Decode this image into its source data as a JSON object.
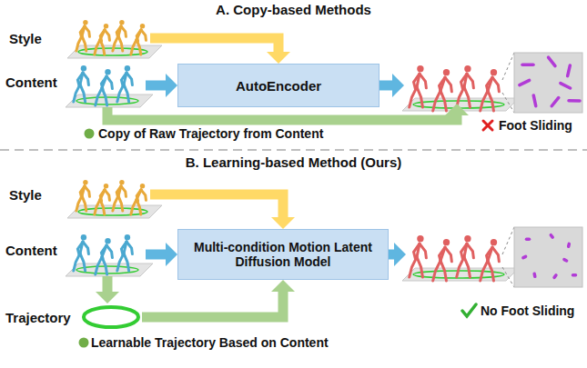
{
  "diagram": {
    "nodes": [
      {
        "text": [
          "Style"
        ]
      },
      {
        "text": [
          "Content"
        ]
      },
      {
        "text": [
          "AutoEncoder"
        ]
      },
      {
        "text": [
          "Style"
        ]
      },
      {
        "text": [
          "Content"
        ]
      },
      {
        "text": [
          "Trajectory"
        ]
      },
      {
        "text": [
          "Multi-condition Motion Latent Diffusion Model"
        ]
      }
    ],
    "edges": [
      {
        "from": 0,
        "to": 2,
        "arrow": "to"
      },
      {
        "from": 1,
        "to": 2,
        "arrow": "to"
      },
      {
        "from": 3,
        "to": 6,
        "arrow": "to"
      },
      {
        "from": 4,
        "to": 6,
        "arrow": "to"
      },
      {
        "from": 4,
        "to": 5,
        "arrow": "to"
      },
      {
        "from": 5,
        "to": 6,
        "arrow": "to",
        "label": "Learnable Trajectory Based on Content"
      }
    ],
    "labels": [
      "A. Copy-based Methods",
      "Copy of Raw Trajectory from Content",
      "Foot Sliding",
      "B. Learning-based Method (Ours)",
      "No Foot Sliding"
    ]
  }
}
